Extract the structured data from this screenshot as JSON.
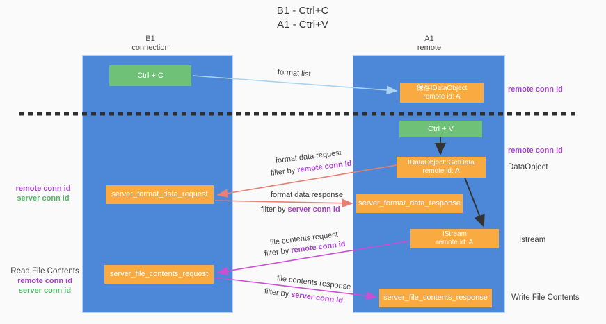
{
  "title": {
    "line1": "B1 - Ctrl+C",
    "line2": "A1 - Ctrl+V"
  },
  "lifelines": {
    "b1": {
      "title": "B1",
      "subtitle": "connection"
    },
    "a1": {
      "title": "A1",
      "subtitle": "remote"
    }
  },
  "nodes": {
    "ctrl_c": {
      "label": "Ctrl + C"
    },
    "save_idataobject": {
      "line1": "保存IDataObject",
      "line2": "remote id: A"
    },
    "ctrl_v": {
      "label": "Ctrl + V"
    },
    "getdata": {
      "line1": "IDataObject::GetData",
      "line2": "remote id: A"
    },
    "server_format_data_request": {
      "label": "server_format_data_request"
    },
    "server_format_data_response": {
      "label": "server_format_data_response"
    },
    "istream": {
      "line1": "IStream",
      "line2": "remote id: A"
    },
    "server_file_contents_request": {
      "label": "server_file_contents_request"
    },
    "server_file_contents_response": {
      "label": "server_file_contents_response"
    }
  },
  "edge_labels": {
    "format_list": "format list",
    "format_data_request": "format data request",
    "format_data_request_filter": {
      "prefix": "filter by ",
      "key": "remote conn id"
    },
    "format_data_response": "format data response",
    "format_data_response_filter": {
      "prefix": "filter by ",
      "key": "server conn id"
    },
    "file_contents_request": "file contents request",
    "file_contents_request_filter": {
      "prefix": "filter by ",
      "key": "remote conn id"
    },
    "file_contents_response": "file contents response",
    "file_contents_response_filter": {
      "prefix": "filter by ",
      "key": "server conn id"
    }
  },
  "annotations": {
    "right_top_remote_conn_id": "remote conn id",
    "right_mid_remote_conn_id": "remote conn id",
    "dataobject": "DataObject",
    "istream": "Istream",
    "write_file_contents": "Write File Contents",
    "left_mid": {
      "remote": "remote conn id",
      "server": "server conn id"
    },
    "read_file_contents": "Read File Contents",
    "left_bottom": {
      "remote": "remote conn id",
      "server": "server conn id"
    }
  },
  "colors": {
    "lane_blue": "#4c87d8",
    "green_box": "#6fc177",
    "orange_box": "#f9ab41",
    "purple_text": "#a643cc",
    "green_text": "#53b668",
    "red_arrow": "#e87f72",
    "magenta_arrow": "#cb4fd0",
    "light_blue_arrow": "#a9d3f2",
    "dashed_line": "#2f2f2f",
    "background": "#fafafa"
  }
}
